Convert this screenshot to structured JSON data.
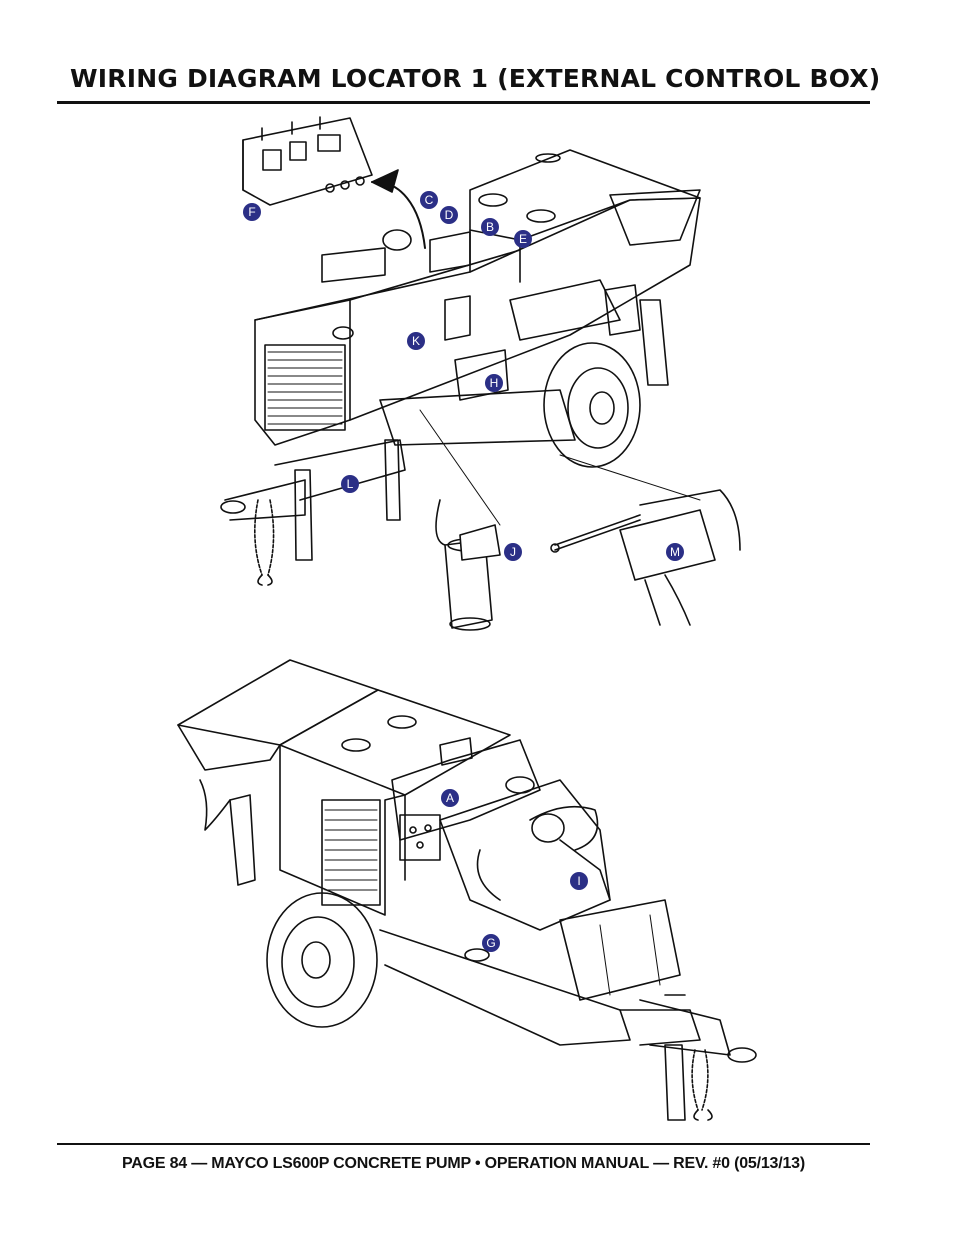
{
  "page": {
    "title": "WIRING DIAGRAM LOCATOR 1 (EXTERNAL CONTROL BOX)",
    "footer": "PAGE 84 — MAYCO LS600P CONCRETE PUMP • OPERATION MANUAL — REV. #0 (05/13/13)"
  },
  "callouts": {
    "top": [
      "F",
      "C",
      "D",
      "B",
      "E",
      "K",
      "H",
      "L",
      "J",
      "M"
    ],
    "bottom": [
      "A",
      "I",
      "G"
    ]
  },
  "colors": {
    "callout": "#2b2f86",
    "line": "#111111"
  }
}
